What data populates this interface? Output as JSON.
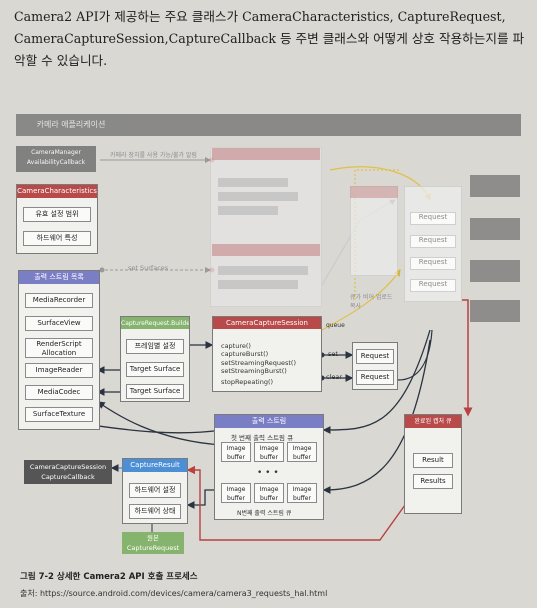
{
  "intro": {
    "line1": "Camera2 API가 제공하는 주요 클래스가 CameraCharacteristics, CaptureRequest,",
    "line2": "CameraCaptureSession,CaptureCallback 등 주변 클래스와 어떻게 상호 작용하는지를 파",
    "line3": "악할 수 있습니다."
  },
  "diagram": {
    "top_bar": "카메라 애플리케이션",
    "camera_manager": "CameraManager AvailabilityCallback",
    "camera_manager_note": "카메라 장치를 사용 가능/불가 알림",
    "camera_characteristics": {
      "title": "CameraCharacteristics",
      "items": [
        "유효 설정 범위",
        "하드웨어 특성"
      ]
    },
    "output_streams": {
      "title": "출력 스트림 목록",
      "items": [
        "MediaRecorder",
        "SurfaceView",
        "RenderScript Allocation",
        "ImageReader",
        "MediaCodec",
        "SurfaceTexture"
      ]
    },
    "capture_request_builder": {
      "title": "CaptureRequest.Builder",
      "items": [
        "프레임별 설정",
        "Target Surface",
        "Target Surface"
      ]
    },
    "session": {
      "title": "CameraCaptureSession",
      "methods": [
        "capture()",
        "captureBurst()",
        "setStreamingRequest()",
        "setStreamingBurst()",
        "stopRepeating()"
      ]
    },
    "edge_labels": {
      "set_targets": "set Surfaces",
      "queue": "queue",
      "set": "set",
      "clear": "clear",
      "merge": "큐가 비어 업로드 복사"
    },
    "pending_requests": [
      "Request",
      "Request"
    ],
    "faint_requests": [
      "Request",
      "Request",
      "Request",
      "Request"
    ],
    "output_stream_queue": {
      "title": "출력 스트림",
      "first": "첫 번째 출력 스트림 큐",
      "buffer": "Image buffer",
      "dots": "• • •",
      "nth": "N번째 출력 스트림 큐"
    },
    "completed_queue": {
      "title": "완료된 캡처 큐",
      "items": [
        "Result",
        "Results"
      ]
    },
    "capture_result": {
      "title": "CaptureResult",
      "items": [
        "하드웨어 설정",
        "하드웨어 상태"
      ]
    },
    "session_callback": "CameraCaptureSession CaptureCallback",
    "original_request": "원본 CaptureRequest"
  },
  "caption": "그림 7-2 상세한 Camera2 API 호출 프로세스",
  "source": "출처: https://source.android.com/devices/camera/camera3_requests_hal.html",
  "colors": {
    "purple": "#7a7ec4",
    "red": "#b84a4a",
    "green": "#86b36d",
    "blue": "#4c8fd4",
    "dark": "#555555",
    "arrow_dark": "#2a3340",
    "arrow_yellow": "#e0c048",
    "arrow_red": "#b94141"
  }
}
